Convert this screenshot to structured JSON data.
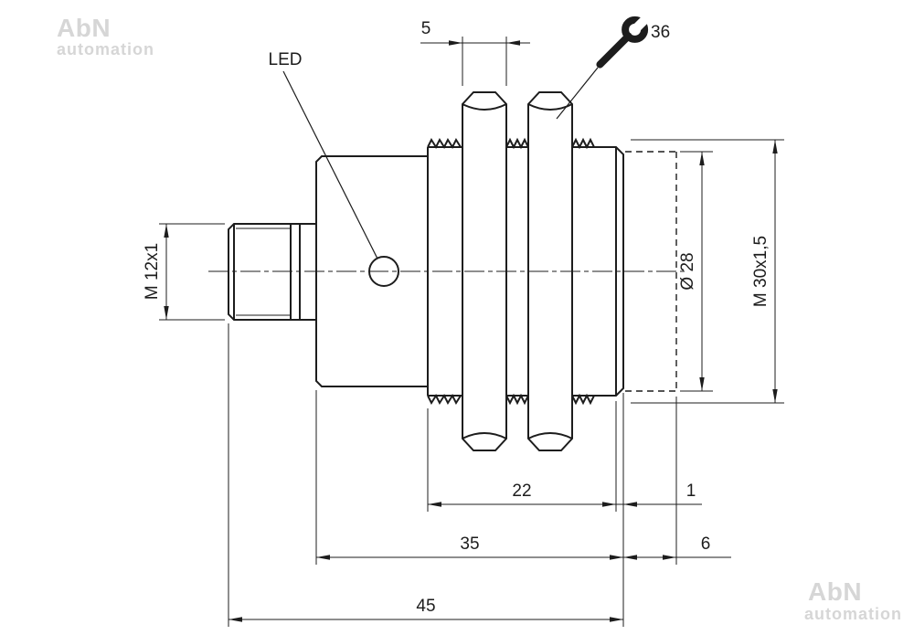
{
  "labels": {
    "led": "LED",
    "wrench_size": "36"
  },
  "dimensions": {
    "nut_thickness": "5",
    "connector_thread": "M 12x1",
    "cap_diameter": "Ø 28",
    "housing_thread": "M 30x1,5",
    "thread_length": "22",
    "lip": "1",
    "body_length": "35",
    "cap_length": "6",
    "total_length": "45"
  },
  "watermark": {
    "line1": "AbN",
    "line2": "automation"
  },
  "colors": {
    "line": "#1d1d1d",
    "watermark": "#d6d6d6"
  }
}
